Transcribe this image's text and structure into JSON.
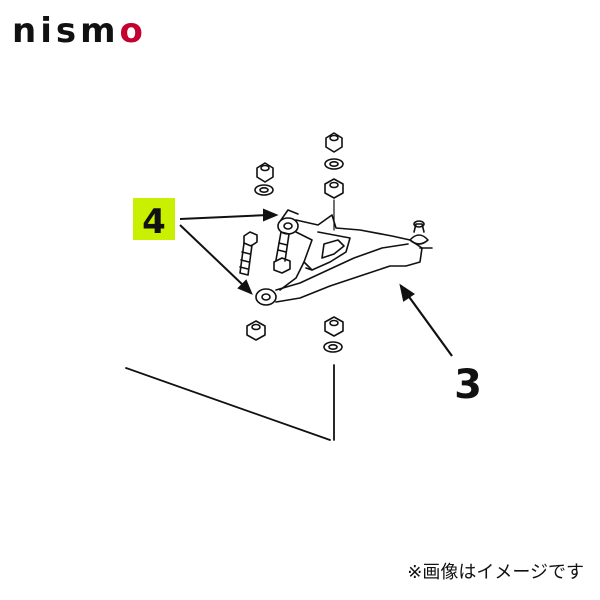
{
  "logo": {
    "text_main": "nism",
    "text_accent": "o",
    "brand_color": "#c3002f"
  },
  "diagram": {
    "callouts": [
      {
        "label": "4",
        "highlight_color": "#c8f000"
      },
      {
        "label": "3"
      }
    ]
  },
  "caption": "※画像はイメージです"
}
